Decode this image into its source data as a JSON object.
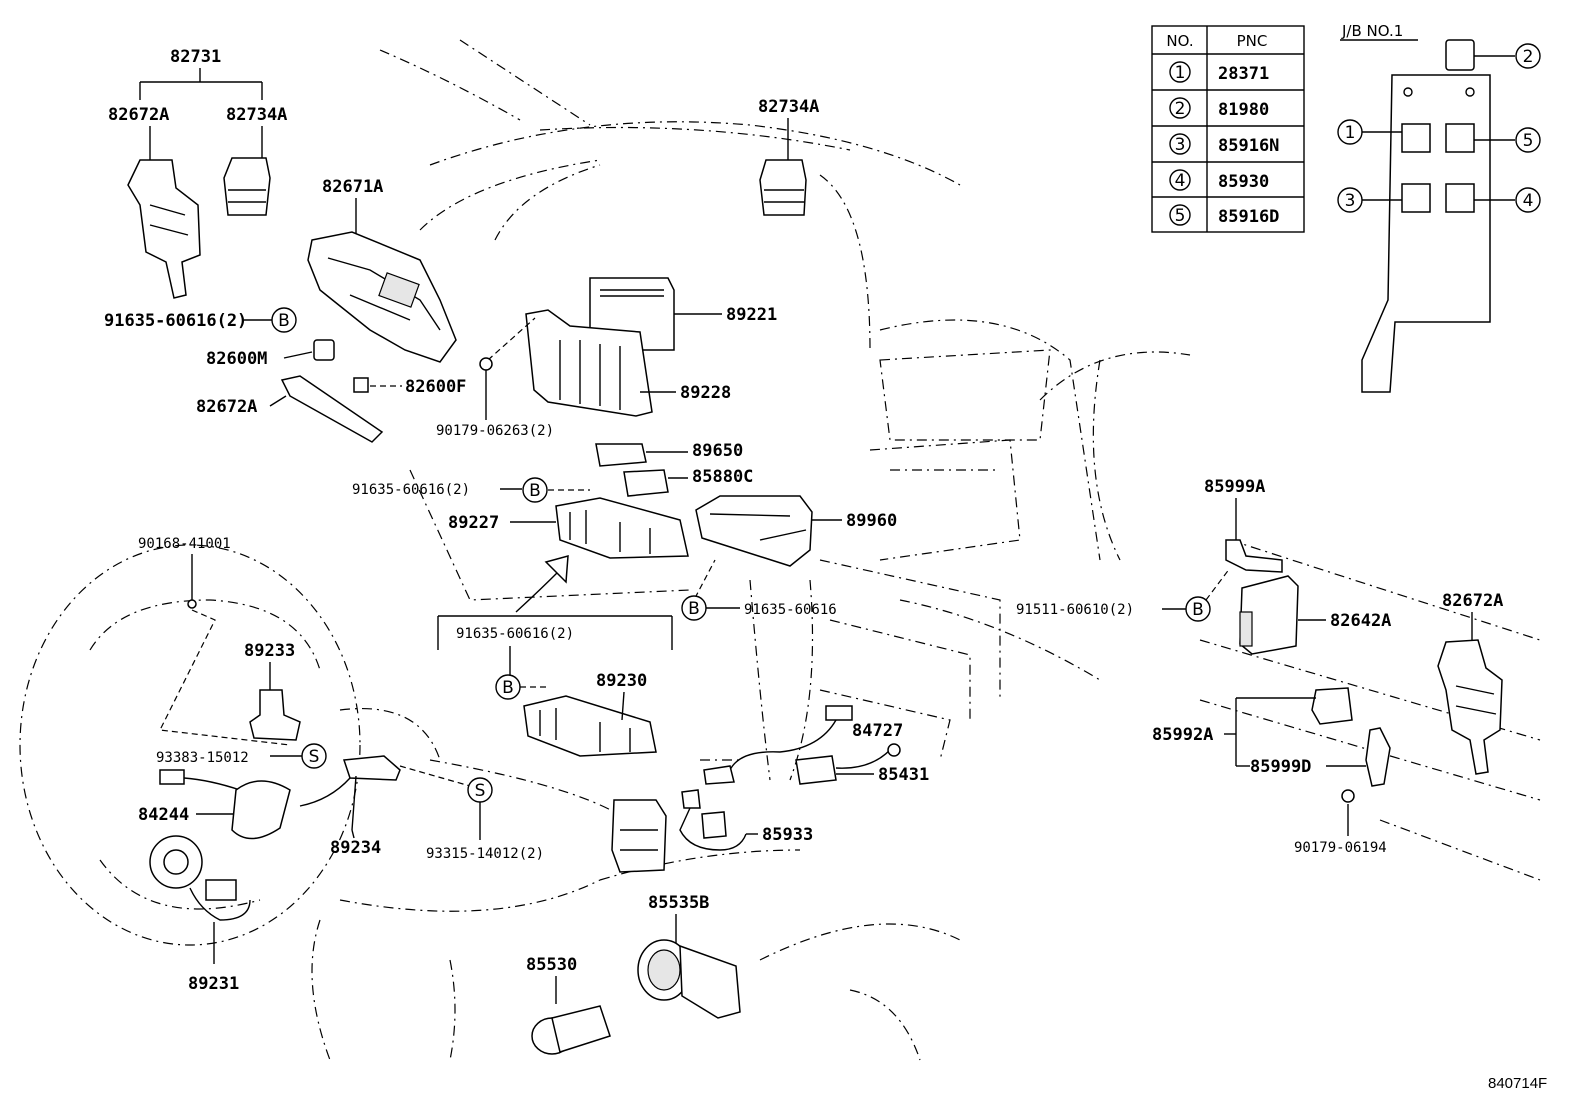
{
  "table": {
    "headers": [
      "NO.",
      "PNC"
    ],
    "rows": [
      {
        "no": "1",
        "pnc": "28371"
      },
      {
        "no": "2",
        "pnc": "81980"
      },
      {
        "no": "3",
        "pnc": "85916N"
      },
      {
        "no": "4",
        "pnc": "85930"
      },
      {
        "no": "5",
        "pnc": "85916D"
      }
    ]
  },
  "junction_block": {
    "title": "J/B NO.1",
    "callouts": [
      "1",
      "2",
      "3",
      "4",
      "5"
    ]
  },
  "markers": {
    "bolt": "B",
    "screw": "S"
  },
  "parts": {
    "p82731": "82731",
    "p82672A_top": "82672A",
    "p82734A_left": "82734A",
    "p82734A_top": "82734A",
    "p82671A": "82671A",
    "p91635_60616_2_a": "91635-60616(2)",
    "p82600M": "82600M",
    "p82600F": "82600F",
    "p82672A_mid": "82672A",
    "p89221": "89221",
    "p89228": "89228",
    "p90179_06263_2": "90179-06263(2)",
    "p89650": "89650",
    "p85880C": "85880C",
    "p91635_60616_2_b": "91635-60616(2)",
    "p89227": "89227",
    "p89960": "89960",
    "p90168_41001": "90168-41001",
    "p91635_60616": "91635-60616",
    "p91635_60616_2_c": "91635-60616(2)",
    "p89233": "89233",
    "p89230": "89230",
    "p93383_15012": "93383-15012",
    "p84244": "84244",
    "p89234": "89234",
    "p93315_14012_2": "93315-14012(2)",
    "p89231": "89231",
    "p84727": "84727",
    "p85431": "85431",
    "p85933": "85933",
    "p85535B": "85535B",
    "p85530": "85530",
    "p85999A": "85999A",
    "p91511_60610_2": "91511-60610(2)",
    "p82642A": "82642A",
    "p82672A_right": "82672A",
    "p85992A": "85992A",
    "p85999D": "85999D",
    "p90179_06194": "90179-06194"
  },
  "diagram_code": "840714F"
}
